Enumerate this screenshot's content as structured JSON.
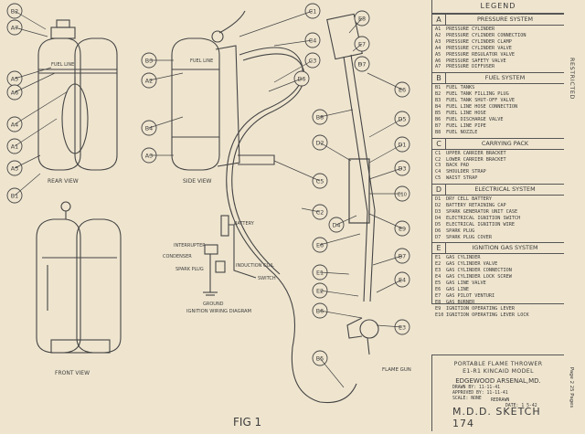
{
  "figure": {
    "fig_label": "FIG 1",
    "rear_view": "REAR VIEW",
    "side_view": "SIDE VIEW",
    "front_view": "FRONT VIEW",
    "fuel_line": "FUEL LINE",
    "fuel_line_side": "FUEL LINE",
    "flame_gun": "FLAME GUN",
    "wiring": {
      "caption": "IGNITION WIRING DIAGRAM",
      "battery": "BATTERY",
      "interrupter": "INTERRUPTER",
      "condenser": "CONDENSER",
      "spark_plug": "SPARK PLUG",
      "induction_coil": "INDUCTION COIL",
      "switch": "SWITCH",
      "ground": "GROUND"
    },
    "callouts": {
      "A1": "A1",
      "A2": "A2",
      "A3": "A3",
      "A4": "A4",
      "A5": "A5",
      "A6": "A6",
      "A7": "A7",
      "B1": "B1",
      "B2": "B2",
      "B3": "B3",
      "B4": "B4",
      "B5": "B5",
      "B6": "B6",
      "B7": "B7",
      "B8": "B8",
      "C1": "C1",
      "C2": "C2",
      "C3": "C3",
      "C4": "C4",
      "C5": "C5",
      "D1": "D1",
      "D2": "D2",
      "D3": "D3",
      "D4": "D4",
      "D5": "D5",
      "D6": "D6",
      "D7": "D7",
      "E1": "E1",
      "E2": "E2",
      "E3": "E3",
      "E4": "E4",
      "E5": "E5",
      "E6": "E6",
      "E7": "E7",
      "E8": "E8",
      "E9": "E9",
      "E10": "E10",
      "E6b": "E6",
      "E9b": "E9"
    }
  },
  "legend": {
    "title": "LEGEND",
    "sections": [
      {
        "letter": "A",
        "title": "PRESSURE SYSTEM",
        "items": [
          {
            "code": "A1",
            "label": "PRESSURE CYLINDER"
          },
          {
            "code": "A2",
            "label": "PRESSURE CYLINDER CONNECTION"
          },
          {
            "code": "A3",
            "label": "PRESSURE CYLINDER CLAMP"
          },
          {
            "code": "A4",
            "label": "PRESSURE CYLINDER VALVE"
          },
          {
            "code": "A5",
            "label": "PRESSURE REGULATOR VALVE"
          },
          {
            "code": "A6",
            "label": "PRESSURE SAFETY VALVE"
          },
          {
            "code": "A7",
            "label": "PRESSURE DIFFUSER"
          }
        ]
      },
      {
        "letter": "B",
        "title": "FUEL SYSTEM",
        "items": [
          {
            "code": "B1",
            "label": "FUEL TANKS"
          },
          {
            "code": "B2",
            "label": "FUEL TANK FILLING PLUG"
          },
          {
            "code": "B3",
            "label": "FUEL TANK SHUT-OFF VALVE"
          },
          {
            "code": "B4",
            "label": "FUEL LINE HOSE CONNECTION"
          },
          {
            "code": "B5",
            "label": "FUEL LINE HOSE"
          },
          {
            "code": "B6",
            "label": "FUEL DISCHARGE VALVE"
          },
          {
            "code": "B7",
            "label": "FUEL LINE PIPE"
          },
          {
            "code": "B8",
            "label": "FUEL NOZZLE"
          }
        ]
      },
      {
        "letter": "C",
        "title": "CARRYING PACK",
        "items": [
          {
            "code": "C1",
            "label": "UPPER CARRIER BRACKET"
          },
          {
            "code": "C2",
            "label": "LOWER CARRIER BRACKET"
          },
          {
            "code": "C3",
            "label": "BACK PAD"
          },
          {
            "code": "C4",
            "label": "SHOULDER STRAP"
          },
          {
            "code": "C5",
            "label": "WAIST STRAP"
          }
        ]
      },
      {
        "letter": "D",
        "title": "ELECTRICAL SYSTEM",
        "items": [
          {
            "code": "D1",
            "label": "DRY CELL BATTERY"
          },
          {
            "code": "D2",
            "label": "BATTERY RETAINING CAP"
          },
          {
            "code": "D3",
            "label": "SPARK GENERATOR UNIT CASE"
          },
          {
            "code": "D4",
            "label": "ELECTRICAL IGNITION SWITCH"
          },
          {
            "code": "D5",
            "label": "ELECTRICAL IGNITION WIRE"
          },
          {
            "code": "D6",
            "label": "SPARK PLUG"
          },
          {
            "code": "D7",
            "label": "SPARK PLUG COVER"
          }
        ]
      },
      {
        "letter": "E",
        "title": "IGNITION GAS SYSTEM",
        "items": [
          {
            "code": "E1",
            "label": "GAS CYLINDER"
          },
          {
            "code": "E2",
            "label": "GAS CYLINDER VALVE"
          },
          {
            "code": "E3",
            "label": "GAS CYLINDER CONNECTION"
          },
          {
            "code": "E4",
            "label": "GAS CYLINDER LOCK SCREW"
          },
          {
            "code": "E5",
            "label": "GAS LINE VALVE"
          },
          {
            "code": "E6",
            "label": "GAS LINE"
          },
          {
            "code": "E7",
            "label": "GAS PILOT VENTURI"
          },
          {
            "code": "E8",
            "label": "GAS BURNER"
          },
          {
            "code": "E9",
            "label": "IGNITION OPERATING LEVER"
          },
          {
            "code": "E10",
            "label": "IGNITION OPERATING LEVER LOCK"
          }
        ]
      }
    ]
  },
  "title_block": {
    "line1": "PORTABLE FLAME THROWER",
    "line2": "E1-R1 KINCAID MODEL",
    "org": "EDGEWOOD ARSENAL,MD.",
    "drawn_by": "DRAWN BY: 11-11-41",
    "approved_by": "APPROVED BY: 11-11-41",
    "redrawn": "REDRAWN",
    "date": "DATE: 1 5-42",
    "scale": "SCALE: NONE",
    "sketch": "M.D.D. SKETCH 174"
  },
  "restricted": "RESTRICTED",
  "page_marker": "Page 2 25 Pages",
  "colors": {
    "paper": "#efe5cf",
    "ink": "#3a3a3a"
  }
}
